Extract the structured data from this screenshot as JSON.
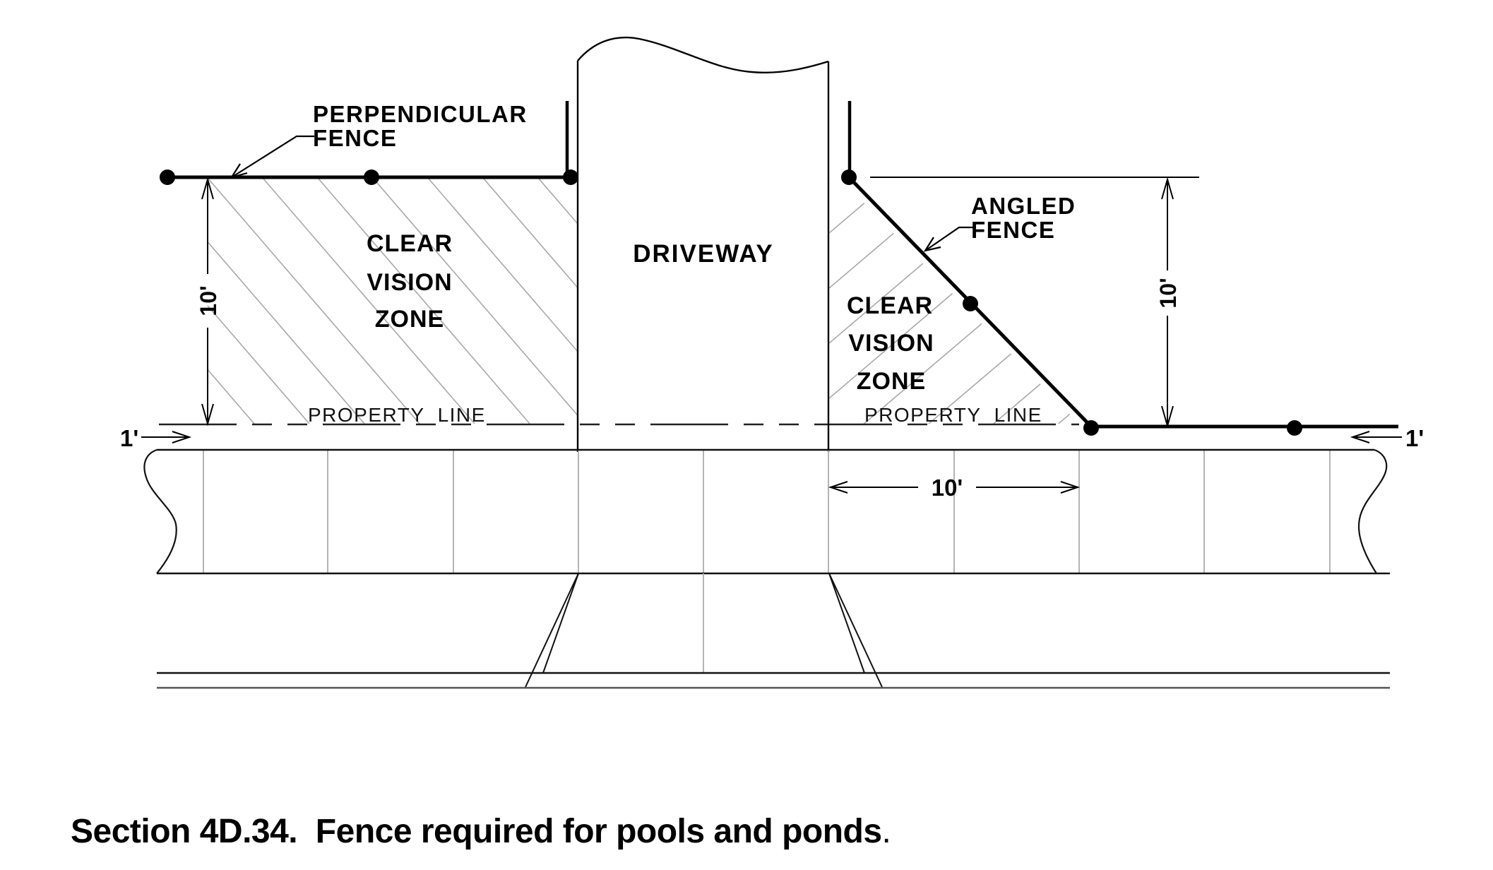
{
  "figure": {
    "caption_main": "Section 4D.34.  Fence required for pools and ponds",
    "caption_end": ".",
    "labels": {
      "perpendicular_fence_line1": "PERPENDICULAR",
      "perpendicular_fence_line2": "FENCE",
      "angled_fence_line1": "ANGLED",
      "angled_fence_line2": "FENCE",
      "driveway": "DRIVEWAY",
      "left_zone": [
        "CLEAR",
        "VISION",
        "ZONE"
      ],
      "right_zone": [
        "CLEAR",
        "VISION",
        "ZONE"
      ],
      "property_line_left": "PROPERTY  LINE",
      "property_line_right": "PROPERTY  LINE"
    },
    "dimensions": {
      "left_vertical": "10'",
      "right_vertical": "10'",
      "horizontal": "10'",
      "left_offset": "1'",
      "right_offset": "1'"
    },
    "colors": {
      "line": "#000000",
      "hatch": "#a8a8a8",
      "joint": "#b4b4b4",
      "background": "#ffffff"
    }
  }
}
